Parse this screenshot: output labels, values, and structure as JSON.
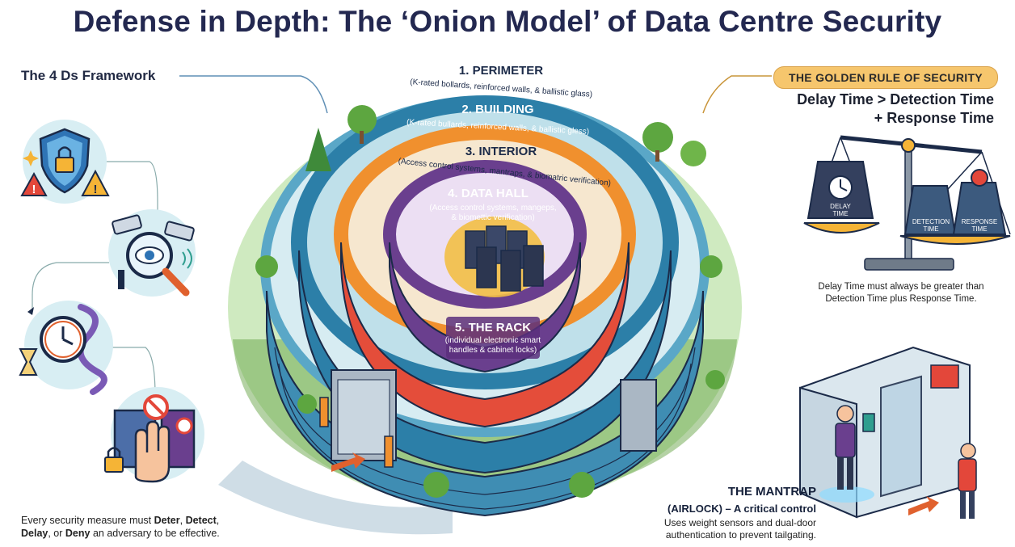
{
  "title": "Defense in Depth: The ‘Onion Model’ of Data Centre Security",
  "framework": {
    "heading": "The 4 Ds Framework",
    "footer_prefix": "Every security measure must ",
    "deter": "Deter",
    "sep1": ", ",
    "detect": "Detect",
    "sep2": ",",
    "delay": "Delay",
    "sep3": ", or ",
    "deny": "Deny",
    "footer_suffix": " an adversary to be effective.",
    "icons": [
      "shield-lock-warning",
      "cctv-magnifier-eye",
      "clock-hourglass-path",
      "door-hand-lock"
    ]
  },
  "layers": {
    "l1_title": "1. PERIMETER",
    "l1_desc": "(K-rated bollards, reinforced walls, & ballistic glass)",
    "l2_title": "2. BUILDING",
    "l2_desc": "(K-rated bullards, reinforced walls, & ballistic gless)",
    "l3_title": "3. INTERIOR",
    "l3_desc": "(Access control systems, mantraps, & biomatric verification)",
    "l4_title": "4. DATA HALL",
    "l4_desc1": "(Access control systems, mangeps,",
    "l4_desc2": "& biomettic verification)",
    "l5_title": "5. THE RACK",
    "l5_desc1": "(individual electronic smart",
    "l5_desc2": "handles & cabinet locks)"
  },
  "golden_rule": {
    "badge": "THE GOLDEN RULE OF SECURITY",
    "line1": "Delay Time > Detection Time",
    "line2": "+ Response Time",
    "weight_delay1": "DELAY",
    "weight_delay2": "TIME",
    "weight_detect1": "DETECTION",
    "weight_detect2": "TIME",
    "weight_response1": "RESPONSE",
    "weight_response2": "TIME",
    "note1": "Delay Time must always be greater than",
    "note2": "Detection Time plus Response Time."
  },
  "mantrap": {
    "title": "THE MANTRAP",
    "subtitle": "(AIRLOCK) – A critical control",
    "desc1": "Uses weight sensors and dual-door",
    "desc2": "authentication to prevent tailgating."
  },
  "colors": {
    "perimeter": "#5aa7c7",
    "building": "#2c7fa8",
    "interior": "#f0902e",
    "interior_inner": "#e44d3a",
    "data_hall": "#6a3f8e",
    "rack": "#f3bf45",
    "grass": "#7bc04a",
    "badge": "#f6c66d"
  }
}
